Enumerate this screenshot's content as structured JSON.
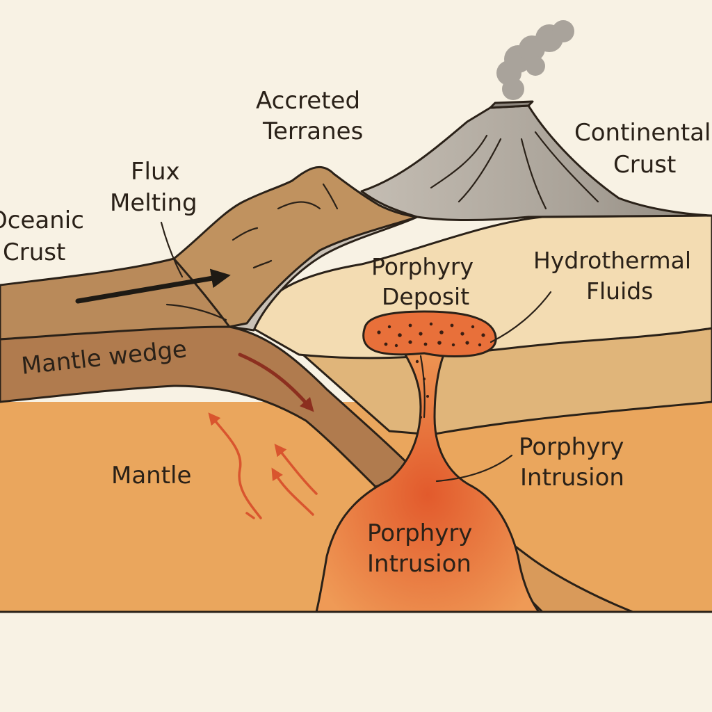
{
  "labels": {
    "accreted_terranes_1": "Accreted",
    "accreted_terranes_2": "Terranes",
    "continental_crust_1": "Continental",
    "continental_crust_2": "Crust",
    "flux_melting_1": "Flux",
    "flux_melting_2": "Melting",
    "oceanic_crust_1": "Oceanic",
    "oceanic_crust_2": "Crust",
    "porphyry_deposit_1": "Porphyry",
    "porphyry_deposit_2": "Deposit",
    "hydrothermal_fluids_1": "Hydrothermal",
    "hydrothermal_fluids_2": "Fluids",
    "mantle_wedge": "Mantle wedge",
    "mantle": "Mantle",
    "porphyry_intrusion_right_1": "Porphyry",
    "porphyry_intrusion_right_2": "Intrusion",
    "porphyry_intrusion_center_1": "Porphyry",
    "porphyry_intrusion_center_2": "Intrusion"
  },
  "colors": {
    "background": "#f8f2e4",
    "mantle": "#eaa65d",
    "oceanic_crust": "#b98a5a",
    "mantle_wedge_band": "#b07b4e",
    "continental_crust": "#f3dcb2",
    "continental_lower": "#e2bb7e",
    "accreted_terranes": "#c0925f",
    "volcano": "#b3aca3",
    "intrusion": "#e8703a",
    "melt_arrows": "#d9552e",
    "subduction_arrow": "#8c2f1f"
  }
}
